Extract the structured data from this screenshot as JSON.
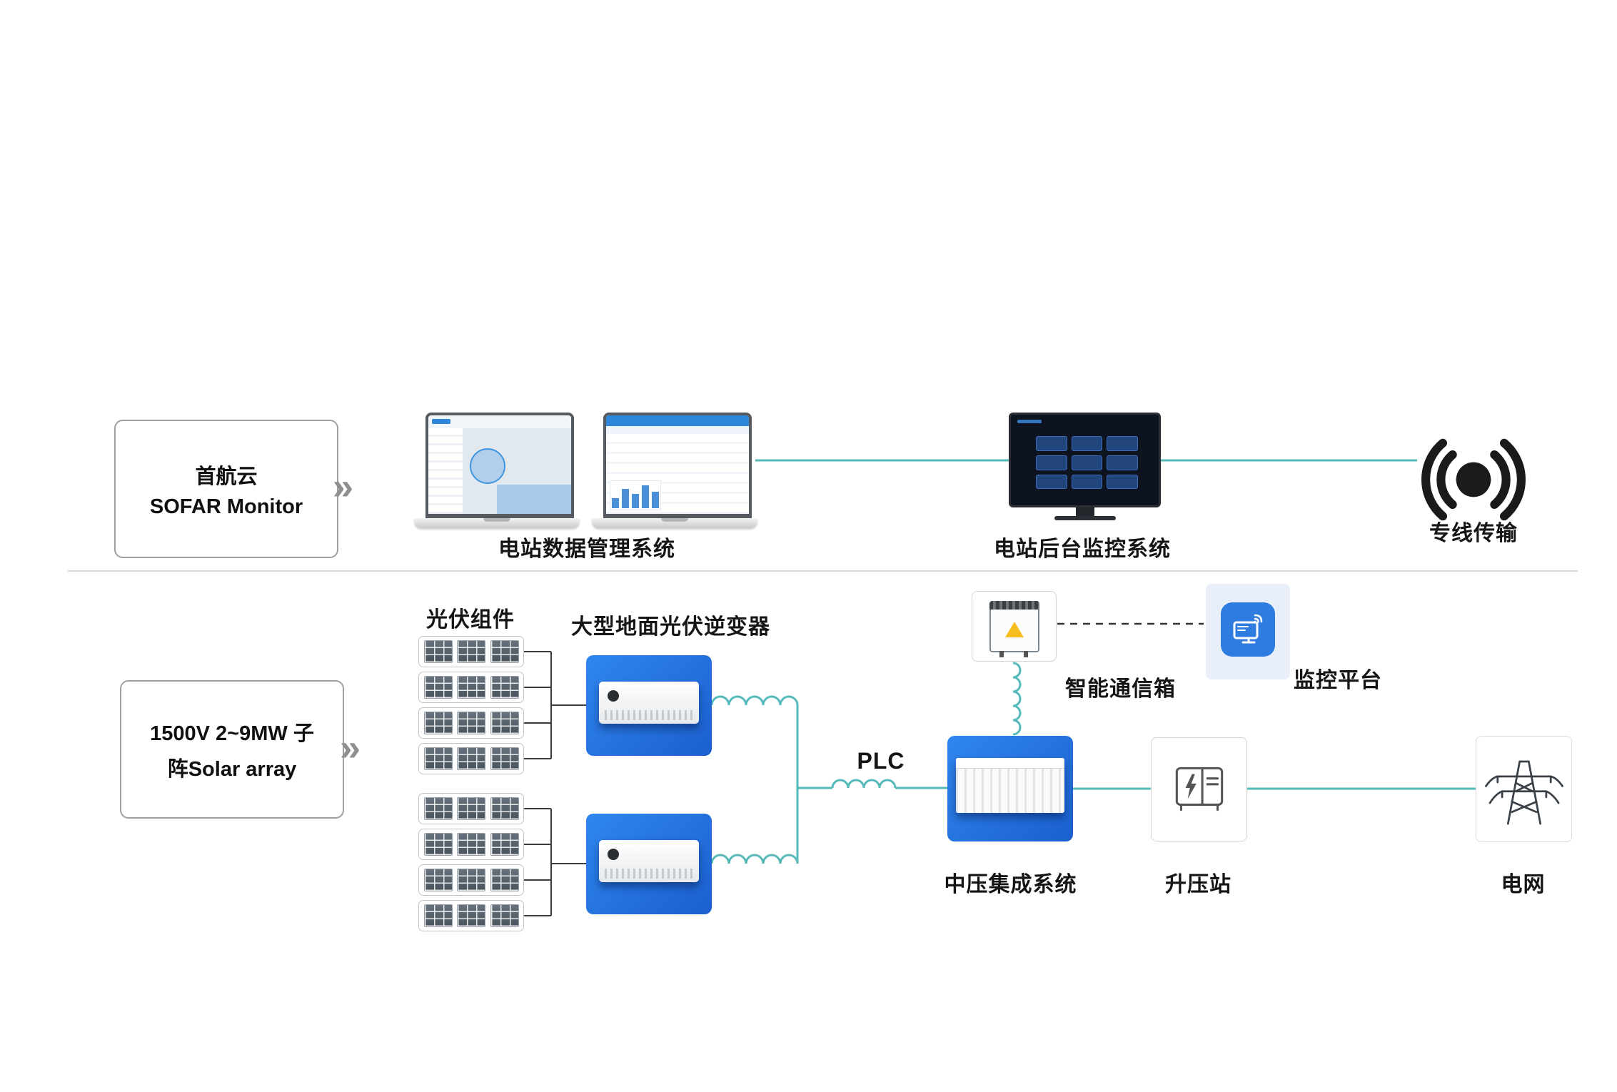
{
  "top_row": {
    "sofar_box": {
      "line1": "首航云",
      "line2": "SOFAR Monitor"
    },
    "chevron": "»",
    "data_mgmt_label": "电站数据管理系统",
    "backend_label": "电站后台监控系统",
    "dedicated_label": "专线传输"
  },
  "bottom_row": {
    "solar_box": {
      "line1": "1500V 2~9MW 子",
      "line2": "阵Solar array"
    },
    "chevron": "»",
    "pv_label": "光伏组件",
    "inverter_label": "大型地面光伏逆变器",
    "plc_label": "PLC",
    "comm_label": "智能通信箱",
    "platform_label": "监控平台",
    "mv_label": "中压集成系统",
    "boost_label": "升压站",
    "grid_label": "电网"
  },
  "colors": {
    "line_teal": "#56b9ba",
    "device_box_blue": "#2173e2",
    "platform_blue": "#2e7ce0",
    "platform_tile_bg": "#e9eff9",
    "warning_yellow": "#f5bd1f"
  }
}
